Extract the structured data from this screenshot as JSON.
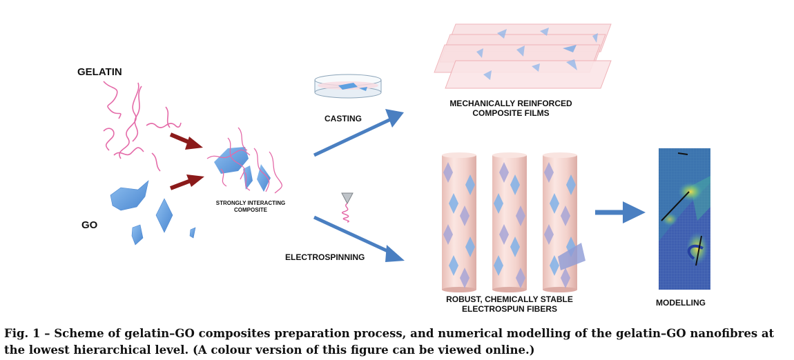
{
  "labels": {
    "gelatin": "GELATIN",
    "go": "GO",
    "composite": [
      "STRONGLY INTERACTING",
      "COMPOSITE"
    ],
    "casting": "CASTING",
    "films": [
      "MECHANICALLY REINFORCED",
      "COMPOSITE FILMS"
    ],
    "electrospinning": "ELECTROSPINNING",
    "fibers": [
      "ROBUST, CHEMICALLY STABLE",
      "ELECTROSPUN FIBERS"
    ],
    "modelling": "MODELLING"
  },
  "caption": "Fig. 1 – Scheme of gelatin–GO composites preparation process, and numerical modelling of the gelatin–GO nanofibres at the lowest hierarchical level. (A colour version of this figure can be viewed online.)",
  "colors": {
    "gelatin": "#e46aa8",
    "go": "#5f9fe0",
    "red_arrow": "#8b1a1a",
    "blue_arrow": "#4a7fc1",
    "fiber": "#f3d2cc",
    "film": "#f8d6d6"
  }
}
